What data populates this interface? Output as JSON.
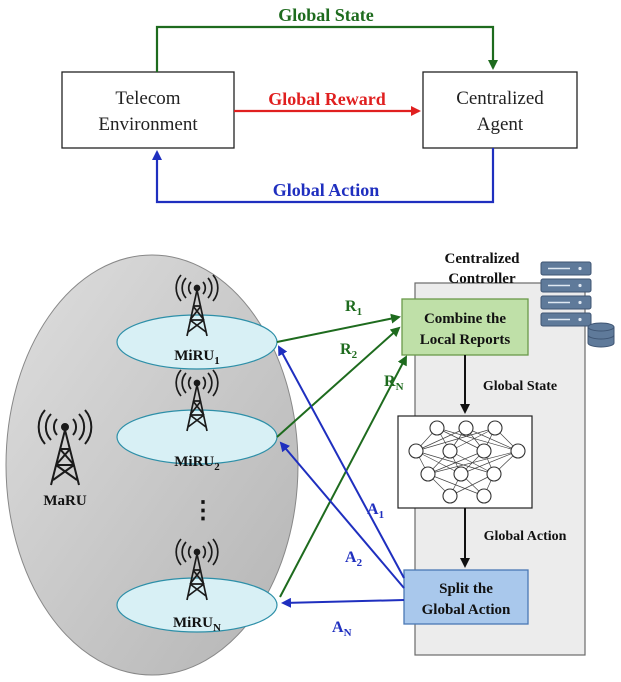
{
  "top": {
    "env_line1": "Telecom",
    "env_line2": "Environment",
    "agent_line1": "Centralized",
    "agent_line2": "Agent",
    "global_state": "Global State",
    "global_reward": "Global Reward",
    "global_action": "Global Action"
  },
  "bottom": {
    "macro_label": "MaRU",
    "miru_base": "MiRU",
    "miru_subs": [
      "1",
      "2",
      "N"
    ],
    "dots": "⋮",
    "controller_line1": "Centralized",
    "controller_line2": "Controller",
    "combine_line1": "Combine the",
    "combine_line2": "Local Reports",
    "split_line1": "Split the",
    "split_line2": "Global Action",
    "global_state": "Global State",
    "global_action": "Global Action",
    "reward_base": "R",
    "reward_subs": [
      "1",
      "2",
      "N"
    ],
    "action_base": "A",
    "action_subs": [
      "1",
      "2",
      "N"
    ]
  },
  "colors": {
    "state_green": "#1e6b1e",
    "reward_red": "#e01f1f",
    "action_blue": "#1f2fbf",
    "cell_fill": "#d8f0f5",
    "combine_fill": "#bfe0a8",
    "split_fill": "#a9c8ec"
  },
  "icons": [
    "tower-icon",
    "server-icon",
    "neural-network-icon"
  ]
}
